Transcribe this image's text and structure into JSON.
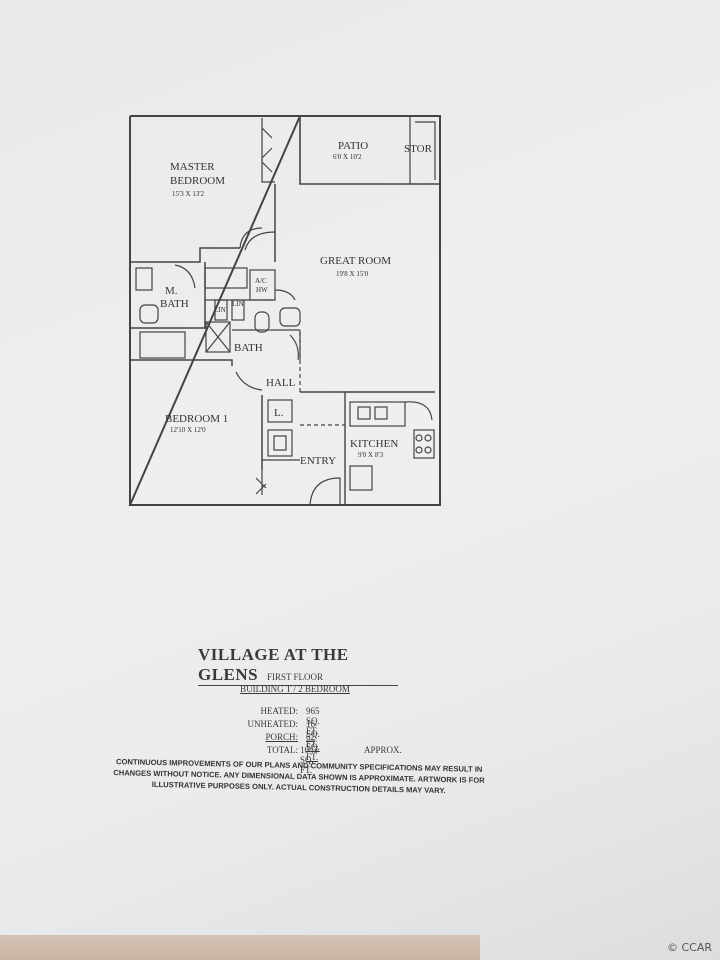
{
  "rooms": {
    "patio": {
      "name": "PATIO",
      "size": "6'0 X 10'2"
    },
    "stor": "STOR",
    "master": {
      "line1": "MASTER",
      "line2": "BEDROOM",
      "size": "15'3 X 13'2"
    },
    "great": {
      "name": "GREAT ROOM",
      "size": "19'8 X 15'0"
    },
    "mbath": {
      "line1": "M.",
      "line2": "BATH"
    },
    "achw": {
      "line1": "A/C",
      "line2": "HW"
    },
    "lin1": "LIN",
    "lin2": "LIN",
    "bath": "BATH",
    "hall": "HALL",
    "bed1": {
      "name": "BEDROOM 1",
      "size": "12'10 X 12'0"
    },
    "laundry": "L.",
    "kitchen": {
      "name": "KITCHEN",
      "size": "9'0 X 8'3"
    },
    "entry": "ENTRY"
  },
  "title": "VILLAGE AT THE GLENS",
  "floor": "FIRST FLOOR",
  "building": "BUILDING T / 2 BEDROOM",
  "areas": [
    {
      "label": "HEATED:",
      "value": "965 SQ. FT."
    },
    {
      "label": "UNHEATED:",
      "value": "16 SQ. FT."
    },
    {
      "label": "PORCH:",
      "value": "62 SQ. FT."
    },
    {
      "label": "TOTAL:",
      "value": "1043 SQ. FT.",
      "note": "APPROX."
    }
  ],
  "disclaimer": {
    "line1": "CONTINUOUS IMPROVEMENTS OF OUR PLANS AND COMMUNITY SPECIFICATIONS MAY RESULT IN",
    "line2": "CHANGES WITHOUT NOTICE.  ANY DIMENSIONAL DATA SHOWN IS APPROXIMATE.  ARTWORK IS FOR",
    "line3": "ILLUSTRATIVE PURPOSES ONLY.  ACTUAL CONSTRUCTION DETAILS MAY VARY."
  },
  "watermark": "CCAR"
}
